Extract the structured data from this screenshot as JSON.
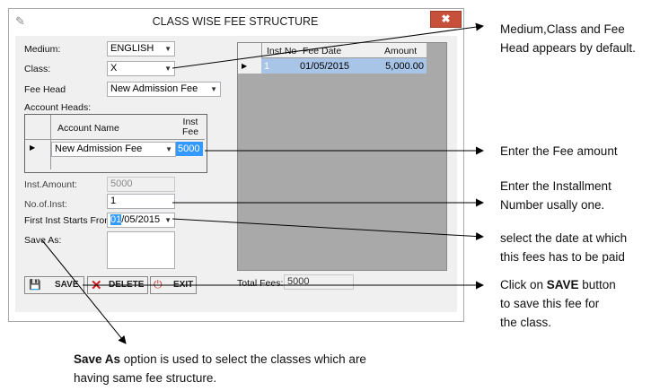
{
  "window": {
    "title": "CLASS WISE FEE STRUCTURE",
    "close_glyph": "✖"
  },
  "form": {
    "medium_label": "Medium:",
    "medium_value": "ENGLISH",
    "class_label": "Class:",
    "class_value": "X",
    "feehead_label": "Fee Head",
    "feehead_value": "New Admission Fee",
    "account_heads_label": "Account Heads:",
    "account_grid": {
      "col_name": "Account Name",
      "col_inst_1": "Inst",
      "col_inst_2": "Fee",
      "row_name": "New Admission Fee",
      "row_fee": "5000"
    },
    "inst_amount_label": "Inst.Amount:",
    "inst_amount_value": "5000",
    "no_inst_label": "No.of.Inst:",
    "no_inst_value": "1",
    "first_inst_label": "First Inst Starts From:",
    "first_inst_day": "01",
    "first_inst_rest": "/05/2015",
    "save_as_label": "Save As:",
    "buttons": {
      "save": "SAVE",
      "delete": "DELETE",
      "exit": "EXIT"
    }
  },
  "fee_grid": {
    "columns": [
      "Inst.No",
      "Fee Date",
      "Amount"
    ],
    "row": {
      "inst": "1",
      "date": "01/05/2015",
      "amount": "5,000.00"
    }
  },
  "total_fees_label": "Total Fees:",
  "total_fees_value": "5000",
  "annotations": {
    "medium_1": "Medium,Class and Fee",
    "medium_2": "Head  appears by default.",
    "fee_amount": "Enter the Fee amount",
    "inst_1": "Enter the Installment",
    "inst_2": "Number usally one.",
    "date_1": "select the date at which",
    "date_2": "this fees has to be paid",
    "save_1_pre": "Click on ",
    "save_1_bold": "SAVE",
    "save_1_post": " button",
    "save_2": "to save this fee for",
    "save_3": "the class.",
    "saveas_1_bold": "Save As",
    "saveas_1_post": " option is used to select  the classes which are",
    "saveas_2": "having  same fee structure."
  }
}
